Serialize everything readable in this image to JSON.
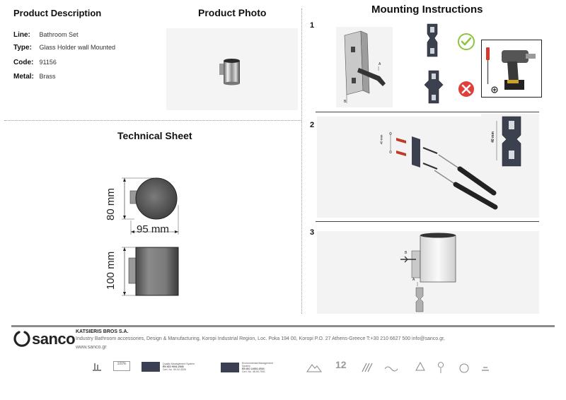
{
  "product_description": {
    "title": "Product Description",
    "rows": [
      {
        "label": "Line:",
        "value": "Bathroom Set"
      },
      {
        "label": "Type:",
        "value": "Glass Holder wall Mounted"
      },
      {
        "label": "Code:",
        "value": "91156"
      },
      {
        "label": "Metal:",
        "value": "Brass"
      }
    ]
  },
  "product_photo": {
    "title": "Product Photo"
  },
  "technical_sheet": {
    "title": "Technical Sheet",
    "dim_height_top": "80 mm",
    "dim_width": "95 mm",
    "dim_height_side": "100 mm"
  },
  "mounting": {
    "title": "Mounting Instructions",
    "steps": [
      {
        "number": "1",
        "label_a": "A",
        "label_b": "B"
      },
      {
        "number": "2",
        "dim_small": "40 mm",
        "dim_plate": "40 mm"
      },
      {
        "number": "3",
        "label_a": "A",
        "label_b": "B"
      }
    ]
  },
  "footer": {
    "logo": "sanco",
    "company": "KATSIERIS BROS S.A.",
    "address": "Industry Bathroom accessories, Design & Manufacturing, Koropi Industrial Region, Loc. Poka 194 00, Koropi P.O. 27  Athens-Greece   T:+30 210 6627 500 info@sanco.gr,",
    "website": "www.sanco.gr",
    "cert1": {
      "line1": "Quality Management System",
      "line2": "EN ISO 9001:2008",
      "line3": "Cert. No. 90-02-4326"
    },
    "cert2": {
      "line1": "Environmental Management System",
      "line2": "EN ISO 14001:2004",
      "line3": "Cert. No. 48-90-7001"
    },
    "warranty_years": "12",
    "hundred_label": "100%"
  },
  "colors": {
    "accent_green": "#8cc63f",
    "accent_red": "#e0403a",
    "plate_dark": "#3c4150",
    "divider_gray": "#8c8c8c"
  }
}
